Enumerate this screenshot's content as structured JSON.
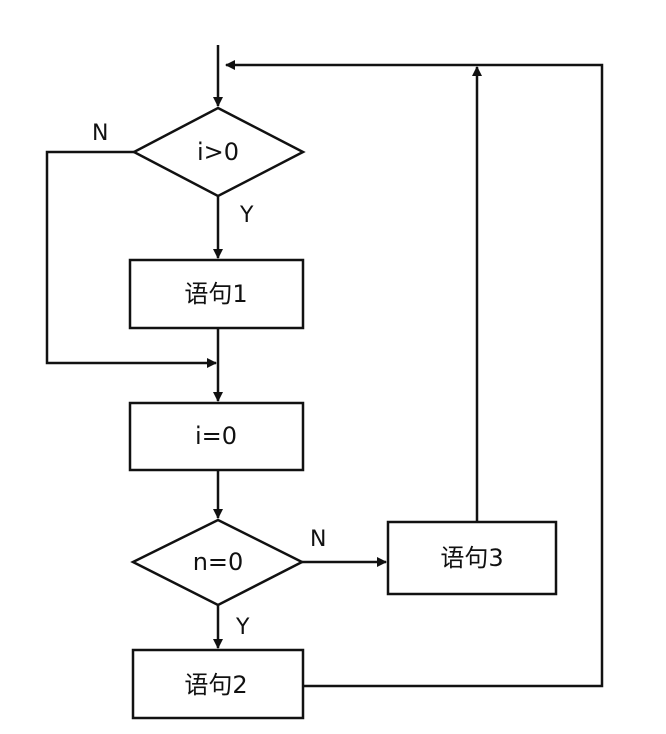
{
  "flowchart": {
    "decision1": "i>0",
    "decision1_yes": "Y",
    "decision1_no": "N",
    "statement1": "语句1",
    "assign": "i=0",
    "decision2": "n=0",
    "decision2_yes": "Y",
    "decision2_no": "N",
    "statement2": "语句2",
    "statement3": "语句3"
  }
}
